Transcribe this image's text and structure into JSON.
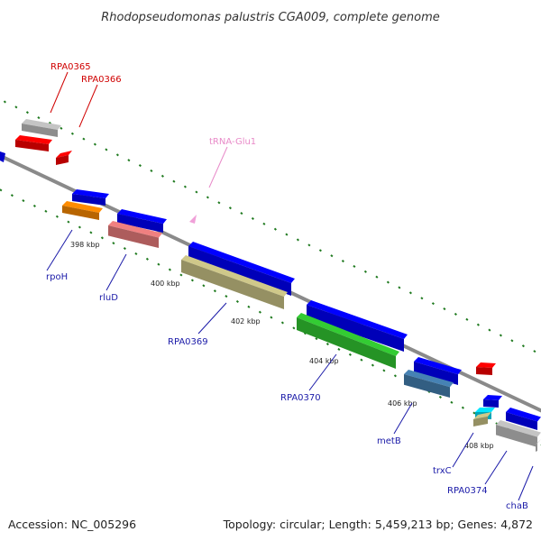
{
  "map": {
    "title": "Rhodopseudomonas palustris CGA009, complete genome",
    "accession": "Accession: NC_005296",
    "summary": "Topology: circular; Length: 5,459,213 bp; Genes: 4,872"
  },
  "colors": {
    "backbone": "#8a8a8a",
    "tick": "#1f7a1f",
    "label_blue": "#1a1aa8",
    "label_red": "#d00000",
    "label_pink": "#e88ac8"
  },
  "scale_ticks": [
    {
      "label": "398 kbp"
    },
    {
      "label": "400 kbp"
    },
    {
      "label": "402 kbp"
    },
    {
      "label": "404 kbp"
    },
    {
      "label": "406 kbp"
    },
    {
      "label": "408 kbp"
    }
  ],
  "genes": [
    {
      "name": "RPA0365",
      "color": "#c4c4c4",
      "labeled": true
    },
    {
      "name": "RPA0366",
      "color": "#ff0000",
      "labeled": true
    },
    {
      "name": "",
      "color": "#ff0000",
      "labeled": false
    },
    {
      "name": "tRNA-Glu1",
      "color": "#f0a0d8",
      "labeled": true
    },
    {
      "name": "",
      "color": "#0000ff",
      "labeled": false
    },
    {
      "name": "rpoH",
      "color": "#ff8c00",
      "labeled": true
    },
    {
      "name": "",
      "color": "#0000ff",
      "labeled": false
    },
    {
      "name": "rluD",
      "color": "#f08080",
      "labeled": true
    },
    {
      "name": "",
      "color": "#0000ff",
      "labeled": false
    },
    {
      "name": "RPA0369",
      "color": "#cfc88a",
      "labeled": true
    },
    {
      "name": "",
      "color": "#0000ff",
      "labeled": false
    },
    {
      "name": "RPA0370",
      "color": "#33cc33",
      "labeled": true
    },
    {
      "name": "",
      "color": "#0000ff",
      "labeled": false
    },
    {
      "name": "metB",
      "color": "#4682b4",
      "labeled": true
    },
    {
      "name": "",
      "color": "#ff0000",
      "labeled": false
    },
    {
      "name": "",
      "color": "#0000ff",
      "labeled": false
    },
    {
      "name": "trxC",
      "color": "#00e5ff",
      "labeled": true
    },
    {
      "name": "",
      "color": "#cfc88a",
      "labeled": false
    },
    {
      "name": "",
      "color": "#0000ff",
      "labeled": false
    },
    {
      "name": "RPA0374",
      "color": "#c4c4c4",
      "labeled": true
    },
    {
      "name": "chaB",
      "color": "#c4c4c4",
      "labeled": true
    }
  ]
}
